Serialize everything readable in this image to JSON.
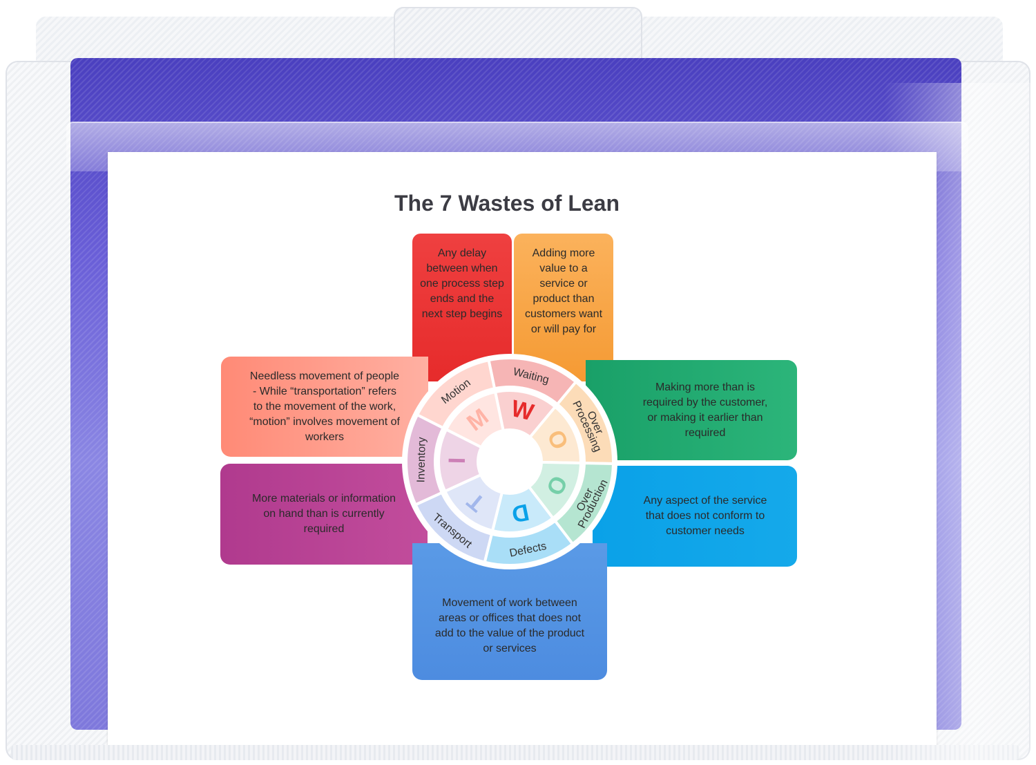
{
  "poster": {
    "title": "The 7 Wastes of Lean"
  },
  "cards": {
    "waiting": "Any delay\nbetween when\none process step\nends and the\nnext step begins",
    "over_processing": "Adding more\nvalue to a\nservice or\nproduct than\ncustomers want\nor will pay for",
    "motion": "Needless movement of people\n- While “transportation” refers\nto the movement of the work,\n“motion” involves movement of\nworkers",
    "over_production": "Making more than is\nrequired by the customer,\nor making it earlier than\nrequired",
    "inventory": "More materials or information\non hand than is currently\nrequired",
    "defects": "Any aspect of the service\nthat does not conform to\ncustomer needs",
    "transport": "Movement of work between\nareas or offices that does not\nadd to the value of the product\nor services"
  },
  "wheel": {
    "segments": [
      {
        "key": "waiting",
        "label": "Waiting",
        "letter": "W",
        "color": "#e62b2b"
      },
      {
        "key": "over_processing",
        "label_lines": [
          "Over",
          "Processing"
        ],
        "letter": "O",
        "color": "#f59a33"
      },
      {
        "key": "over_production",
        "label_lines": [
          "Over",
          "Production"
        ],
        "letter": "O",
        "color": "#2cb57a"
      },
      {
        "key": "defects",
        "label": "Defects",
        "letter": "D",
        "color": "#0aa1e8"
      },
      {
        "key": "transport",
        "label": "Transport",
        "letter": "T",
        "color": "#6f8fe0"
      },
      {
        "key": "inventory",
        "label": "Inventory",
        "letter": "I",
        "color": "#b03a8e"
      },
      {
        "key": "motion",
        "label": "Motion",
        "letter": "M",
        "color": "#ff8a76"
      }
    ]
  },
  "colors": {
    "folder_purple": "#6a5fd8",
    "paper": "#ffffff",
    "title_text": "#3c3c44"
  }
}
